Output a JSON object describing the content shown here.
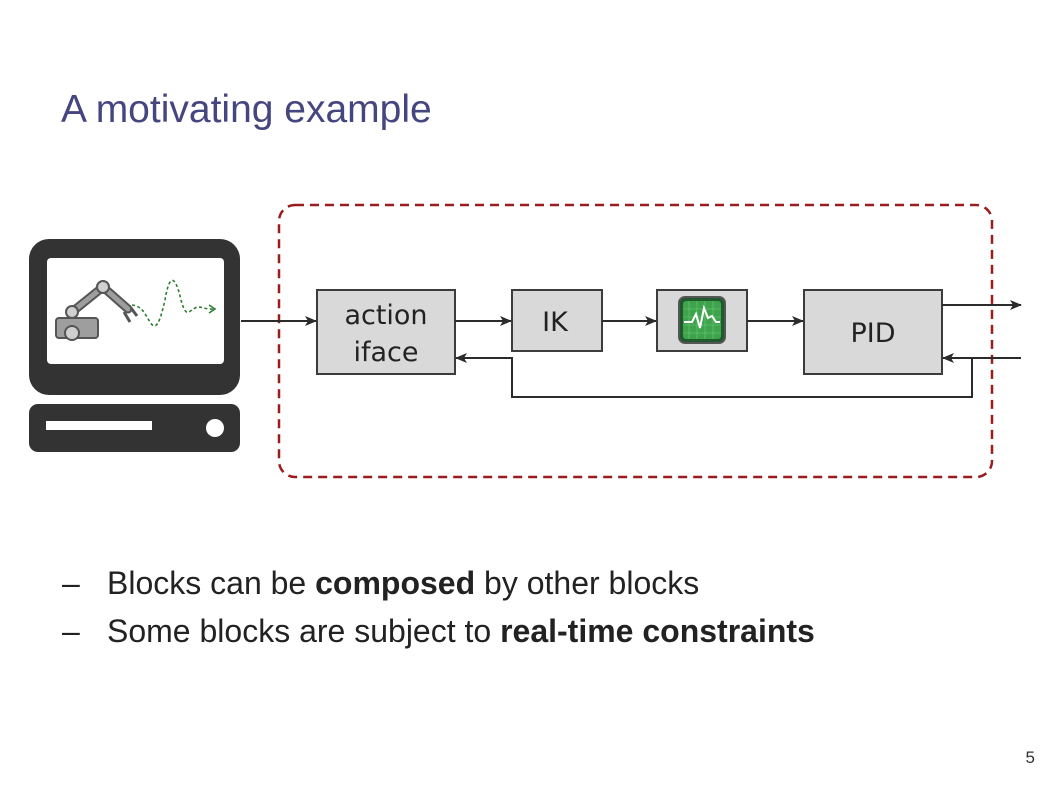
{
  "slide": {
    "title": "A motivating example",
    "page_number": "5"
  },
  "diagram": {
    "icons": [
      "computer-icon",
      "robot-arm-icon",
      "trajectory-wave-icon",
      "oscilloscope-icon"
    ],
    "blocks": {
      "action_iface": [
        "action",
        "iface"
      ],
      "ik": "IK",
      "pid": "PID"
    },
    "colors": {
      "boundary": "#9b1c1c",
      "block_fill": "#d9d9d9",
      "block_stroke": "#3c3c3c",
      "monitor": "#333333",
      "trajectory": "#2e7d32",
      "oscilloscope": "#2e7d3e",
      "title": "#45457f"
    }
  },
  "bullets": [
    {
      "marker": "–",
      "before": "Blocks can be ",
      "bold": "composed",
      "after": " by other blocks"
    },
    {
      "marker": "–",
      "before": "Some blocks are subject to ",
      "bold": "real-time constraints",
      "after": ""
    }
  ]
}
